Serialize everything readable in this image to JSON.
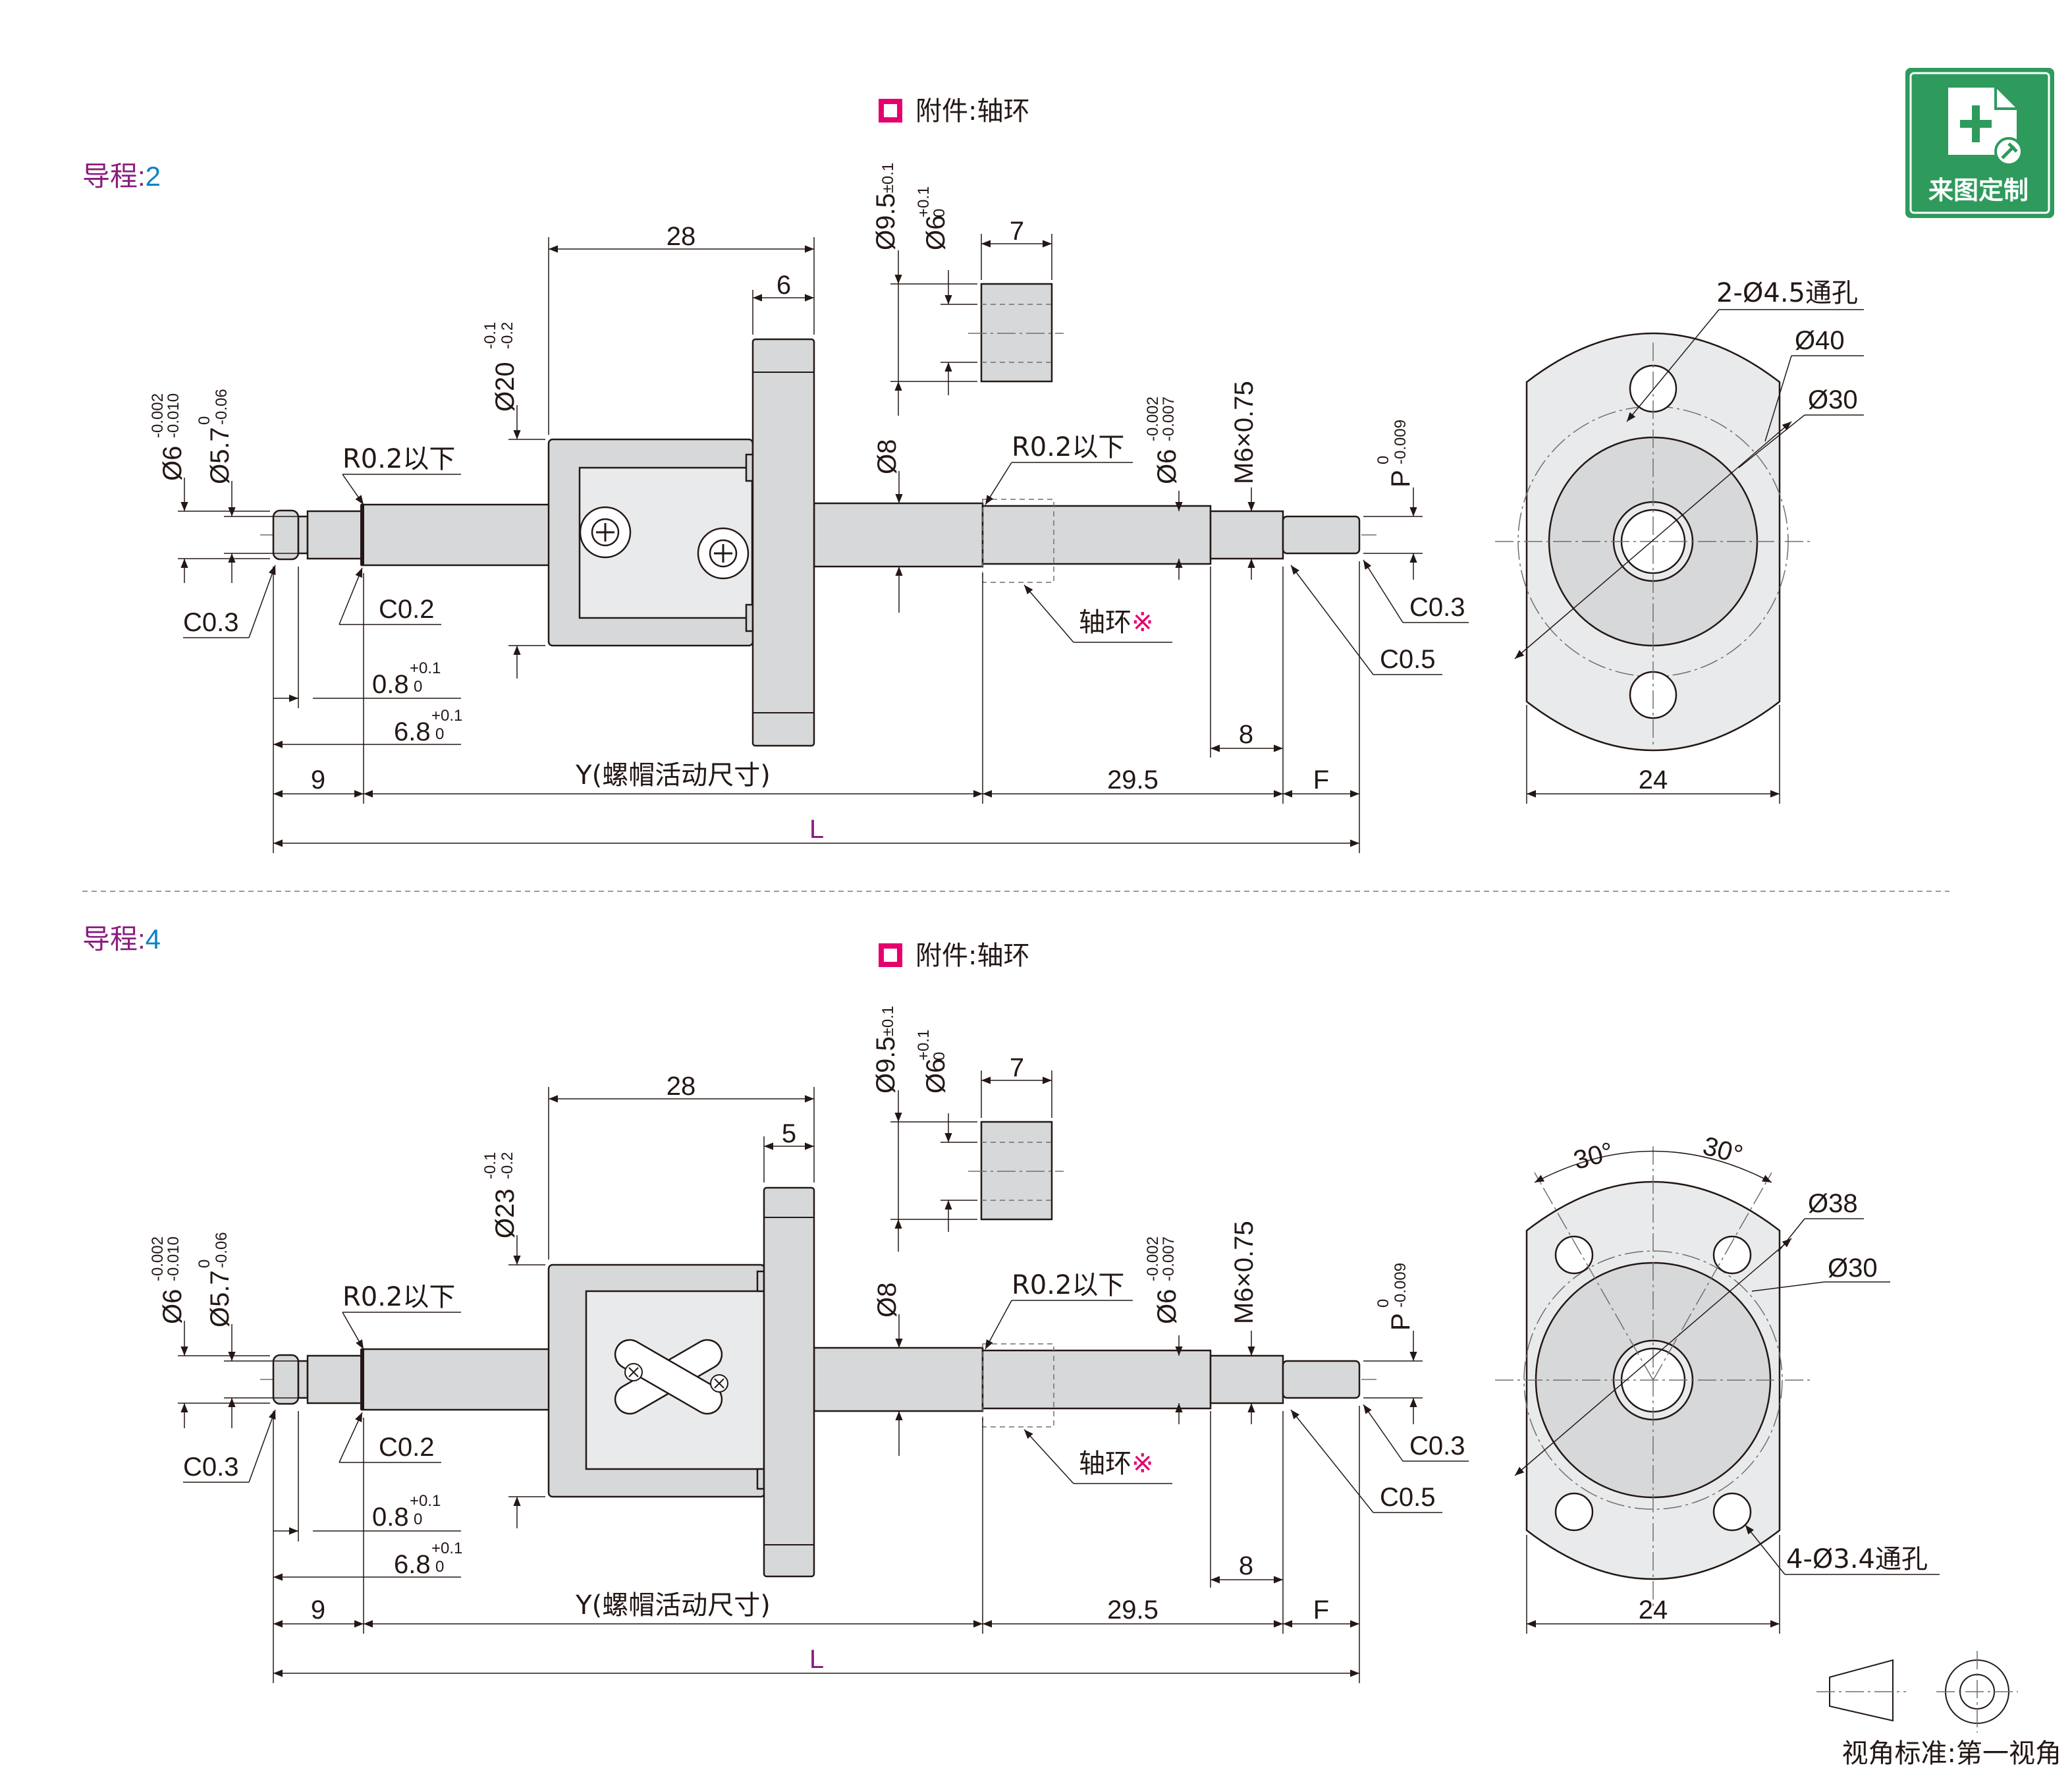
{
  "badge": {
    "label": "来图定制",
    "color": "#2e9a5c"
  },
  "colors": {
    "accent_magenta": "#e5006e",
    "lead_label": "#8a1e7e",
    "lead_value": "#0d82c7"
  },
  "sections": [
    {
      "lead_label": "导程:",
      "lead_value": "2",
      "accessory": "附件:轴环",
      "dims": {
        "d_shaft_end": "Ø6",
        "d_shaft_end_tol_upper": "-0.002",
        "d_shaft_end_tol_lower": "-0.010",
        "d_groove": "Ø5.7",
        "d_groove_tol_upper": "0",
        "d_groove_tol_lower": "-0.06",
        "r_note_left": "R0.2以下",
        "nut_dia": "Ø20",
        "nut_dia_tol_upper": "-0.1",
        "nut_dia_tol_lower": "-0.2",
        "nut_len": "28",
        "flange_thk": "6",
        "collar_od": "Ø9.5",
        "collar_od_tol": "±0.1",
        "collar_id": "Ø6",
        "collar_id_tol_upper": "+0.1",
        "collar_id_tol_lower": "0",
        "collar_len": "7",
        "shaft_dia": "Ø8",
        "r_note_right": "R0.2以下",
        "d_support": "Ø6",
        "d_support_tol_upper": "-0.002",
        "d_support_tol_lower": "-0.007",
        "thread": "M6×0.75",
        "p_dim": "P",
        "p_tol_upper": "0",
        "p_tol_lower": "-0.009",
        "c03_left": "C0.3",
        "c02": "C0.2",
        "c03_right": "C0.3",
        "c05": "C0.5",
        "collar_note": "轴环",
        "collar_mark": "※",
        "groove_w": "0.8",
        "groove_w_tol_upper": "+0.1",
        "groove_w_tol_lower": "0",
        "groove_pos": "6.8",
        "groove_pos_tol_upper": "+0.1",
        "groove_pos_tol_lower": "0",
        "thread_len": "8",
        "left_end_len": "9",
        "y_label": "Y(螺帽活动尺寸)",
        "support_len": "29.5",
        "f_label": "F",
        "total_label": "L"
      },
      "end_view": {
        "holes_note": "2-Ø4.5通孔",
        "pcd": "Ø40",
        "flange_od": "Ø30",
        "width": "24"
      }
    },
    {
      "lead_label": "导程:",
      "lead_value": "4",
      "accessory": "附件:轴环",
      "dims": {
        "d_shaft_end": "Ø6",
        "d_shaft_end_tol_upper": "-0.002",
        "d_shaft_end_tol_lower": "-0.010",
        "d_groove": "Ø5.7",
        "d_groove_tol_upper": "0",
        "d_groove_tol_lower": "-0.06",
        "r_note_left": "R0.2以下",
        "nut_dia": "Ø23",
        "nut_dia_tol_upper": "-0.1",
        "nut_dia_tol_lower": "-0.2",
        "nut_len": "28",
        "flange_thk": "5",
        "collar_od": "Ø9.5",
        "collar_od_tol": "±0.1",
        "collar_id": "Ø6",
        "collar_id_tol_upper": "+0.1",
        "collar_id_tol_lower": "0",
        "collar_len": "7",
        "shaft_dia": "Ø8",
        "r_note_right": "R0.2以下",
        "d_support": "Ø6",
        "d_support_tol_upper": "-0.002",
        "d_support_tol_lower": "-0.007",
        "thread": "M6×0.75",
        "p_dim": "P",
        "p_tol_upper": "0",
        "p_tol_lower": "-0.009",
        "c03_left": "C0.3",
        "c02": "C0.2",
        "c03_right": "C0.3",
        "c05": "C0.5",
        "collar_note": "轴环",
        "collar_mark": "※",
        "groove_w": "0.8",
        "groove_w_tol_upper": "+0.1",
        "groove_w_tol_lower": "0",
        "groove_pos": "6.8",
        "groove_pos_tol_upper": "+0.1",
        "groove_pos_tol_lower": "0",
        "thread_len": "8",
        "left_end_len": "9",
        "y_label": "Y(螺帽活动尺寸)",
        "support_len": "29.5",
        "f_label": "F",
        "total_label": "L"
      },
      "end_view": {
        "angle_left": "30°",
        "angle_right": "30°",
        "pcd": "Ø38",
        "flange_od": "Ø30",
        "holes_note": "4-Ø3.4通孔",
        "width": "24"
      }
    }
  ],
  "projection": {
    "label": "视角标准:第一视角"
  }
}
